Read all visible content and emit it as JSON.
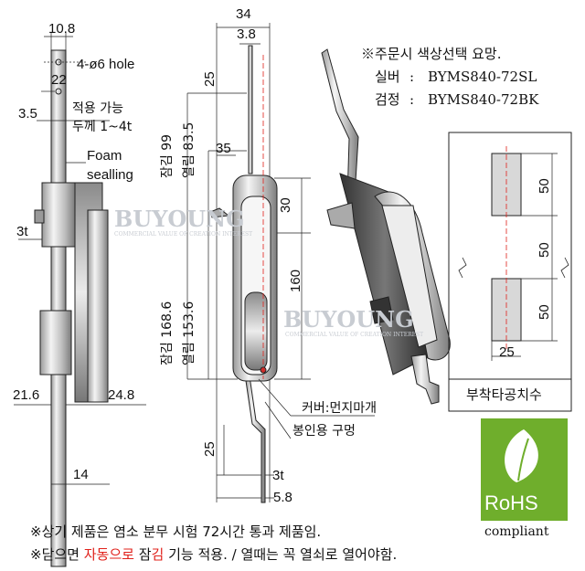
{
  "colors": {
    "accent_red": "#e0201a",
    "rohs_green": "#6fae2c",
    "watermark": "#c8ccd2"
  },
  "order_note": {
    "title": "※주문시 색상선택 요망.",
    "lines": [
      {
        "label": "실버",
        "code": "BYMS840-72SL"
      },
      {
        "label": "검정",
        "code": "BYMS840-72BK"
      }
    ]
  },
  "left_view": {
    "dims": {
      "top_width": "10.8",
      "hole_spec": "4-ø6 hole",
      "hole_pitch": "22",
      "edge_offset": "3.5",
      "plate_thickness_label": "3t",
      "bottom_left": "21.6",
      "bottom_right": "24.8",
      "bottom_width": "14"
    },
    "thickness_note": [
      "적용 가능",
      "두께 1~4t"
    ],
    "foam_label": [
      "Foam",
      "sealling"
    ]
  },
  "front_view": {
    "dims": {
      "total_width": "34",
      "bar_width": "3.8",
      "top_offset": "25",
      "lock_99": "잠김 99",
      "open_83_5": "열림 83.5",
      "handle_offset": "35",
      "handle_30": "30",
      "body_160": "160",
      "lock_168_6": "잠김 168.6",
      "open_153_6": "열림 153.6",
      "bottom_offset": "25",
      "bar_thickness": "3t",
      "bottom_width": "5.8"
    },
    "callouts": {
      "cover": "커버:먼지마개",
      "seal_hole": "봉인용 구멍"
    }
  },
  "cutout_panel": {
    "dims": [
      "50",
      "50",
      "50"
    ],
    "width": "25",
    "caption": "부착타공치수"
  },
  "watermark": {
    "brand": "BUYOUNG",
    "tagline": "COMMERCIAL VALUE OF CREATION INTEREST"
  },
  "rohs": {
    "label": "RoHS",
    "sub": "compliant"
  },
  "footer": {
    "line1": "※상기 제품은 염소 분무 시험 72시간 통과 제품임.",
    "line2_pre": "※닫으면 ",
    "line2_red1": "자동으로",
    "line2_mid": " 잠",
    "line2_red2": "김",
    "line2_post": " 기능 적용. / 열때는 꼭 열쇠로 열어야함."
  }
}
